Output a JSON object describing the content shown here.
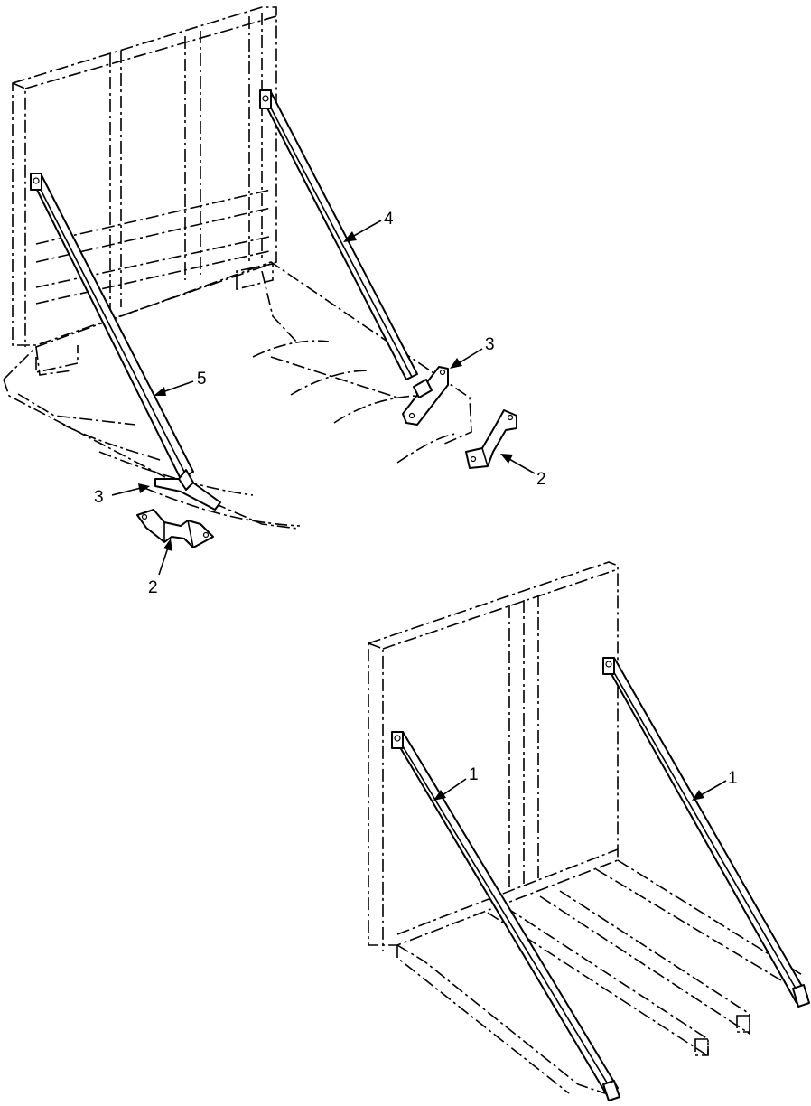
{
  "callouts": {
    "brace_left_lower": "1",
    "brace_right_lower": "1",
    "bracket_right_upper": "2",
    "bracket_left_upper": "2",
    "plate_right_upper": "3",
    "plate_left_upper": "3",
    "brace_long_upper": "4",
    "brace_short_upper": "5"
  }
}
